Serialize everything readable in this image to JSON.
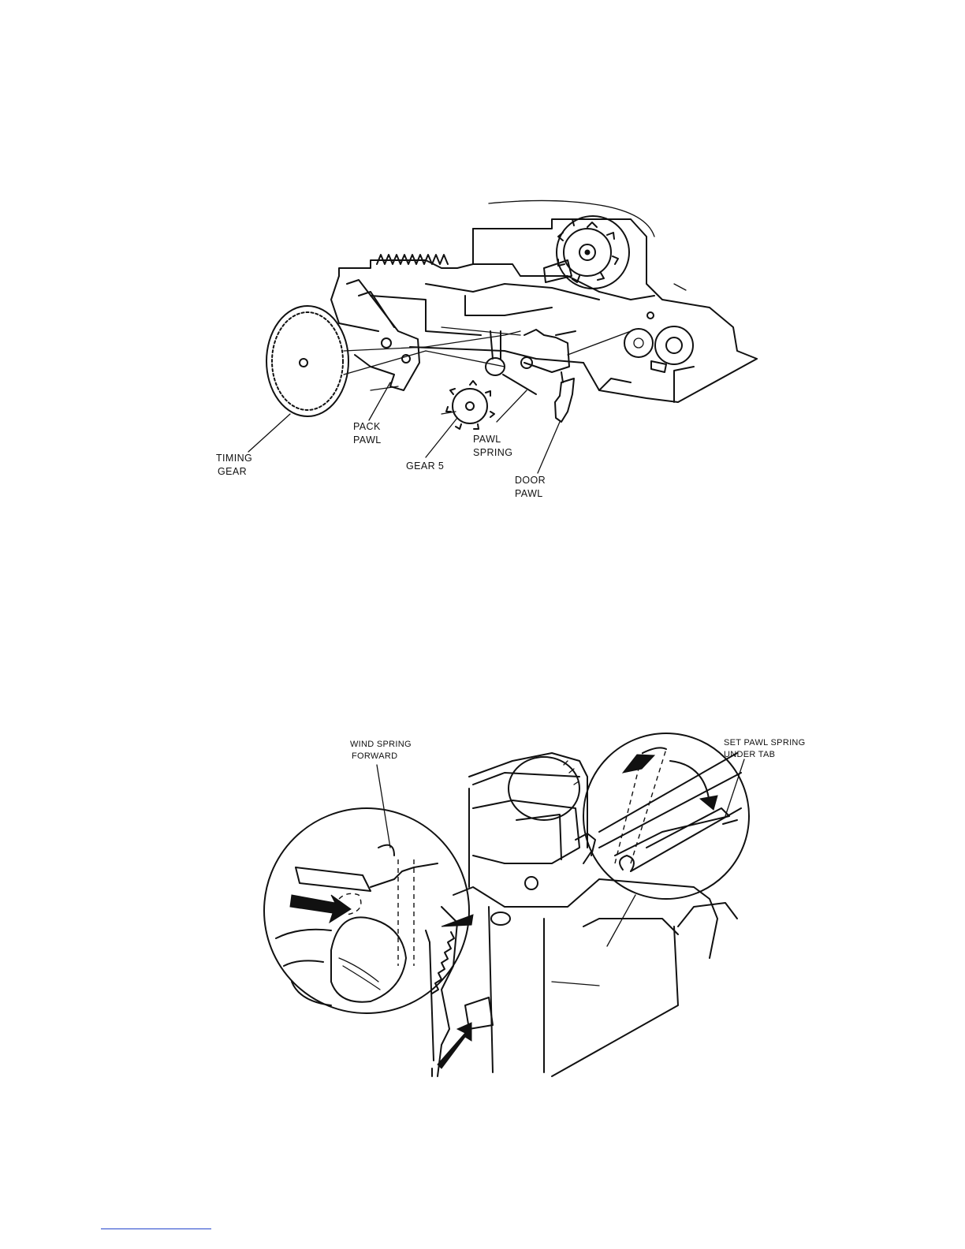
{
  "figure_top": {
    "labels": {
      "timing_gear": [
        "TIMING",
        "GEAR"
      ],
      "pack_pawl": [
        "PACK",
        "PAWL"
      ],
      "gear_5": "GEAR 5",
      "pawl_spring": [
        "PAWL",
        "SPRING"
      ],
      "door_pawl": [
        "DOOR",
        "PAWL"
      ]
    }
  },
  "figure_bottom": {
    "labels": {
      "wind_spring_forward": [
        "WIND SPRING",
        "FORWARD"
      ],
      "set_pawl_spring": [
        "SET PAWL SPRING",
        "UNDER TAB"
      ]
    }
  },
  "colors": {
    "ink": "#111111",
    "footnote_rule": "#2244cc"
  }
}
